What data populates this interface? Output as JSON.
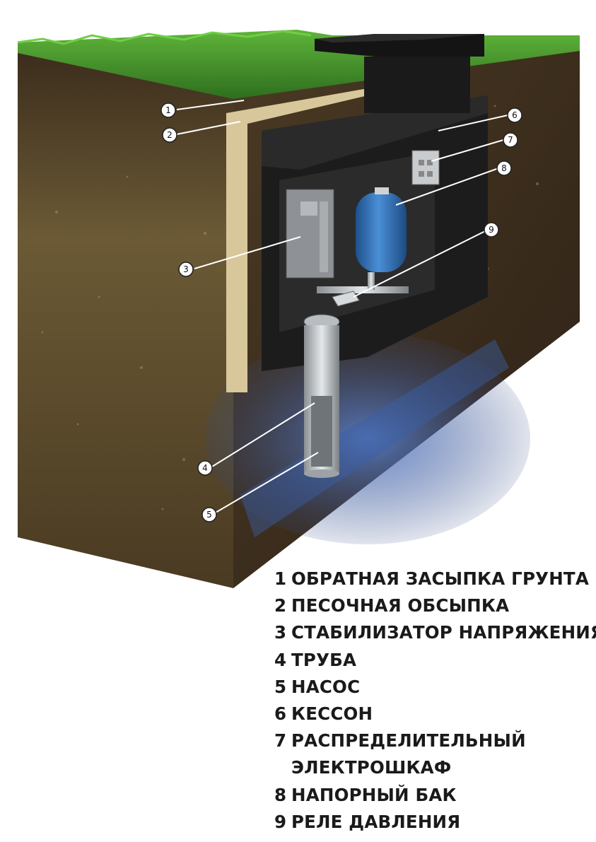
{
  "callouts": [
    "1",
    "2",
    "3",
    "4",
    "5",
    "6",
    "7",
    "8",
    "9"
  ],
  "legend": [
    {
      "num": "1",
      "text": "ОБРАТНАЯ ЗАСЫПКА ГРУНТА"
    },
    {
      "num": "2",
      "text": "ПЕСОЧНАЯ ОБСЫПКА"
    },
    {
      "num": "3",
      "text": "СТАБИЛИЗАТОР НАПРЯЖЕНИЯ"
    },
    {
      "num": "4",
      "text": "ТРУБА"
    },
    {
      "num": "5",
      "text": "НАСОС"
    },
    {
      "num": "6",
      "text": "КЕССОН"
    },
    {
      "num": "7",
      "text": "РАСПРЕДЕЛИТЕЛЬНЫЙ"
    },
    {
      "num": "",
      "text": "ЭЛЕКТРОШКАФ"
    },
    {
      "num": "8",
      "text": "НАПОРНЫЙ БАК"
    },
    {
      "num": "9",
      "text": "РЕЛЕ ДАВЛЕНИЯ"
    }
  ],
  "colors": {
    "grass": "#3f8f2a",
    "soil_top": "#4a3a24",
    "soil_front": "#6b5a35",
    "soil_side": "#3d2c1c",
    "sand": "#d8c79b",
    "caisson": "#1a1a1a",
    "tank": "#2f6fb3",
    "water": "#3a5fa8"
  }
}
